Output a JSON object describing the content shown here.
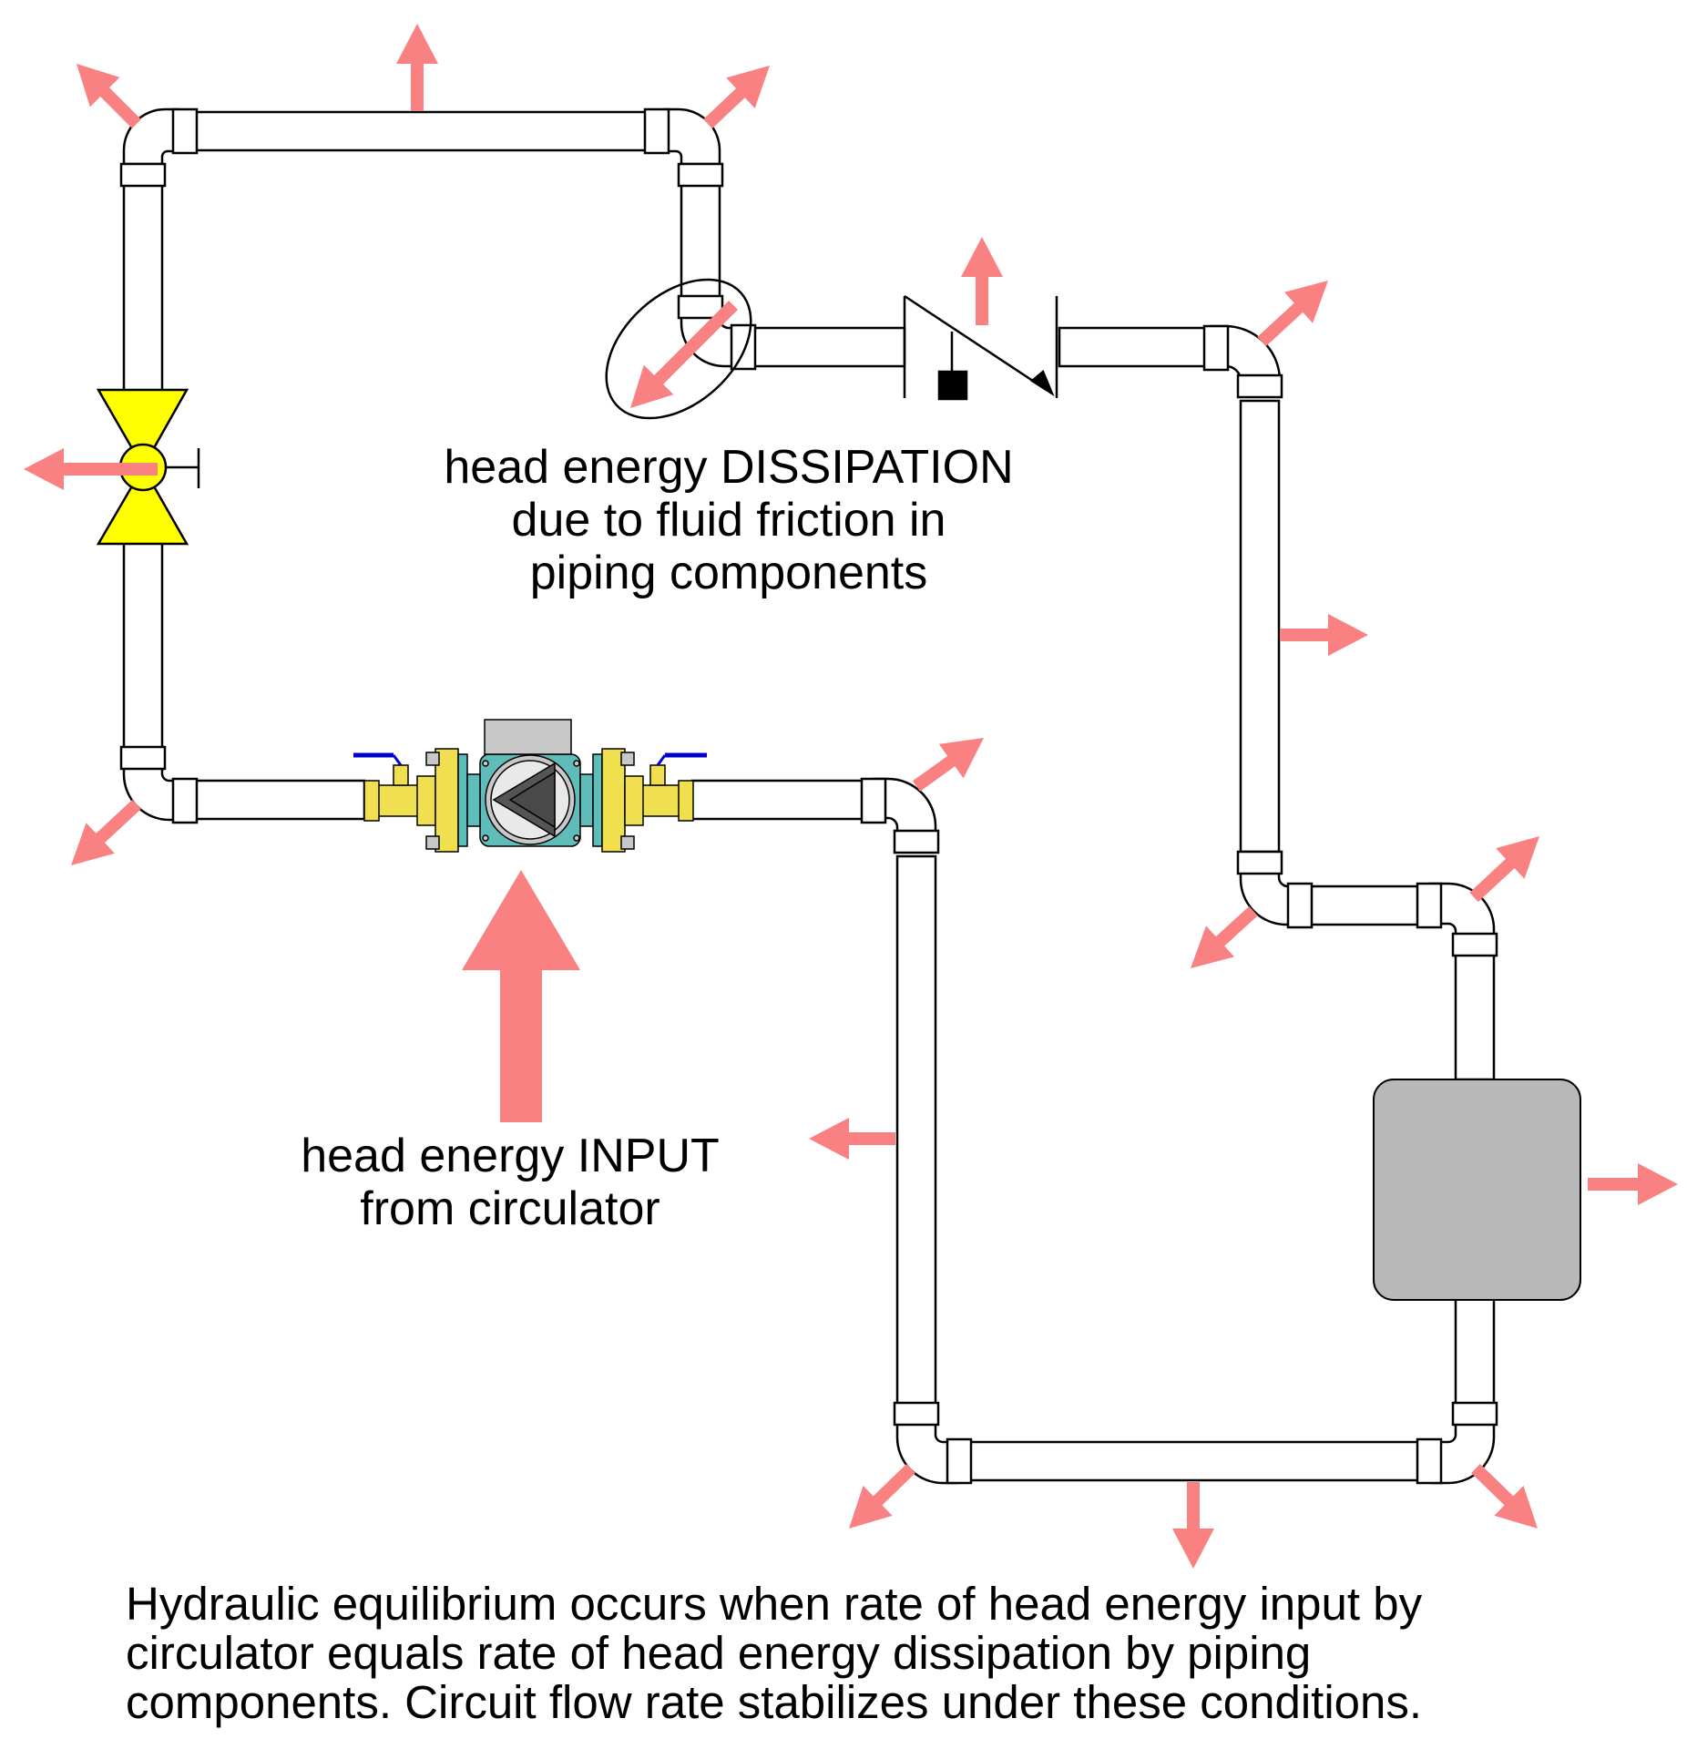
{
  "labels": {
    "dissipation": [
      "head energy DISSIPATION",
      "due to fluid friction in",
      "piping components"
    ],
    "input": [
      "head energy INPUT",
      "from circulator"
    ]
  },
  "caption": [
    "Hydraulic equilibrium occurs when rate of head energy input by",
    "circulator equals rate of head energy dissipation by piping",
    "components.  Circuit flow rate stabilizes under these conditions."
  ],
  "colors": {
    "arrow": "#f98181",
    "pipe_fill": "#ffffff",
    "outline": "#000000",
    "globe_valve": "#ffff00",
    "ball_valve_body": "#f0df4f",
    "pump_body": "#5fbcb9",
    "pump_motor": "#c8c8c8",
    "valve_handle": "#0000cc",
    "heat_emitter": "#b8b8b8"
  },
  "icons": [
    "globe-valve-icon",
    "check-valve-icon",
    "circulator-pump-icon",
    "ball-valve-icon",
    "heat-emitter-icon",
    "energy-arrow-icon"
  ]
}
